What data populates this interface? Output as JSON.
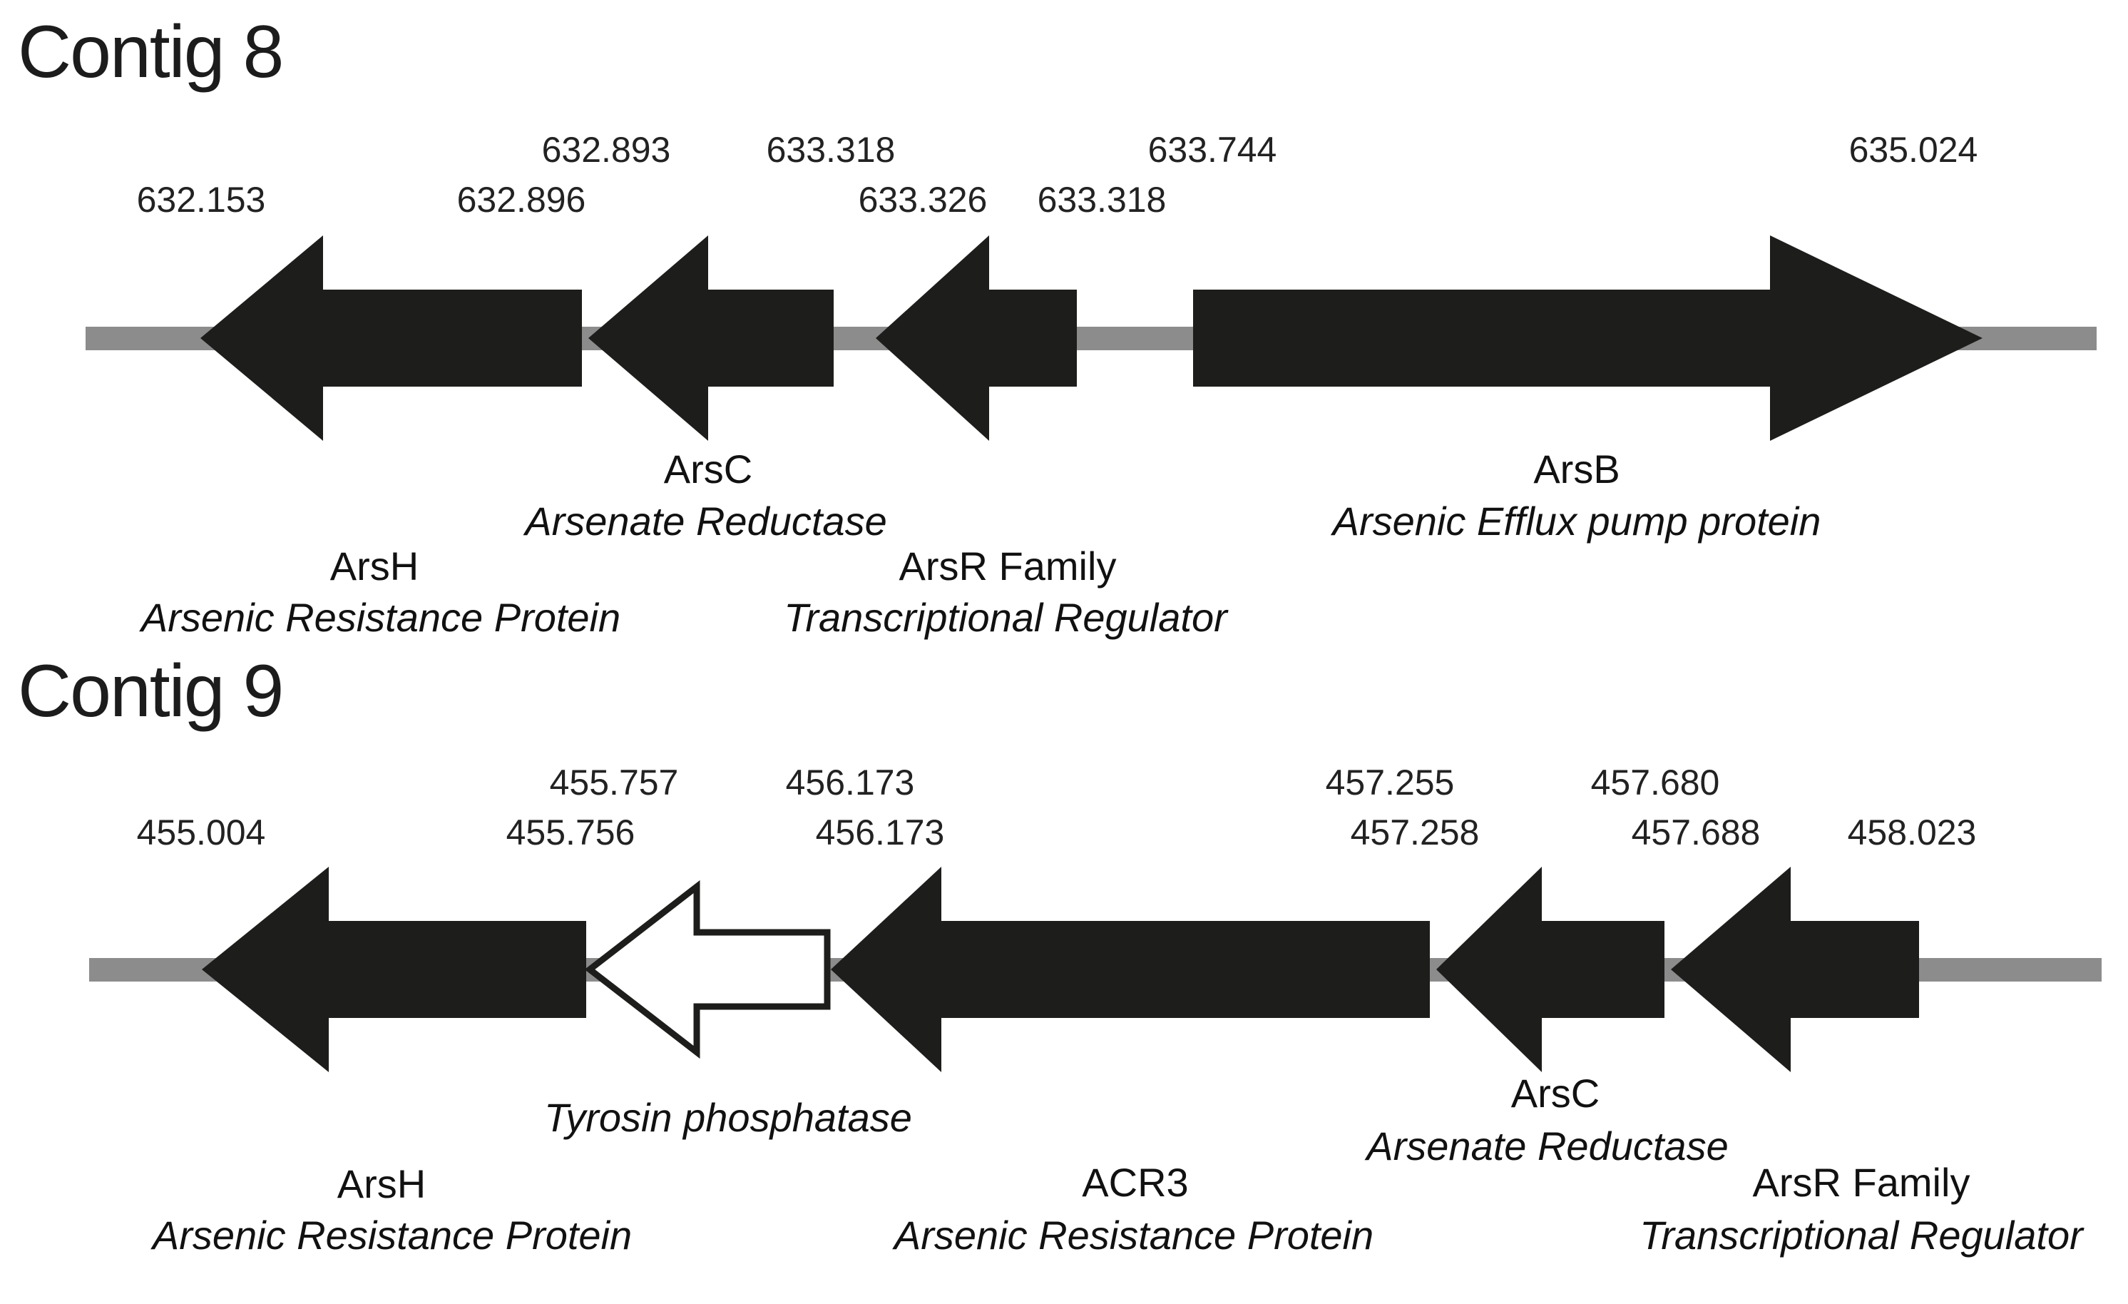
{
  "colors": {
    "gene_arrow": "#1d1d1b",
    "open_arrow_fill": "#ffffff",
    "baseline_gray": "#8c8c8c",
    "background": "#ffffff"
  },
  "contig8": {
    "title": "Contig 8",
    "coordinates": {
      "pos1_bottom": "632.153",
      "pos2_top": "632.893",
      "pos2_bottom": "632.896",
      "pos3_top": "633.318",
      "pos3_bottom": "633.326",
      "pos4_top": "633.744",
      "pos4_bottom": "633.318",
      "pos5_top": "635.024"
    },
    "genes": [
      {
        "name": "ArsH",
        "description": "Arsenic Resistance Protein",
        "direction": "left",
        "fill": "black"
      },
      {
        "name": "ArsC",
        "description": "Arsenate Reductase",
        "direction": "left",
        "fill": "black"
      },
      {
        "name": "ArsR Family",
        "description": "Transcriptional Regulator",
        "direction": "left",
        "fill": "black"
      },
      {
        "name": "ArsB",
        "description": "Arsenic Efflux pump protein",
        "direction": "right",
        "fill": "black"
      }
    ]
  },
  "contig9": {
    "title": "Contig 9",
    "coordinates": {
      "pos1_bottom": "455.004",
      "pos2_top": "455.757",
      "pos2_bottom": "455.756",
      "pos3_top": "456.173",
      "pos3_bottom": "456.173",
      "pos4_top": "457.255",
      "pos4_bottom": "457.258",
      "pos5_top": "457.680",
      "pos5_bottom": "457.688",
      "pos6_bottom": "458.023"
    },
    "genes": [
      {
        "name": "ArsH",
        "description": "Arsenic Resistance Protein",
        "direction": "left",
        "fill": "black"
      },
      {
        "name": "",
        "description": "Tyrosin phosphatase",
        "direction": "left",
        "fill": "white"
      },
      {
        "name": "ACR3",
        "description": "Arsenic Resistance Protein",
        "direction": "left",
        "fill": "black"
      },
      {
        "name": "ArsC",
        "description": "Arsenate Reductase",
        "direction": "left",
        "fill": "black"
      },
      {
        "name": "ArsR Family",
        "description": "Transcriptional Regulator",
        "direction": "left",
        "fill": "black"
      }
    ]
  }
}
